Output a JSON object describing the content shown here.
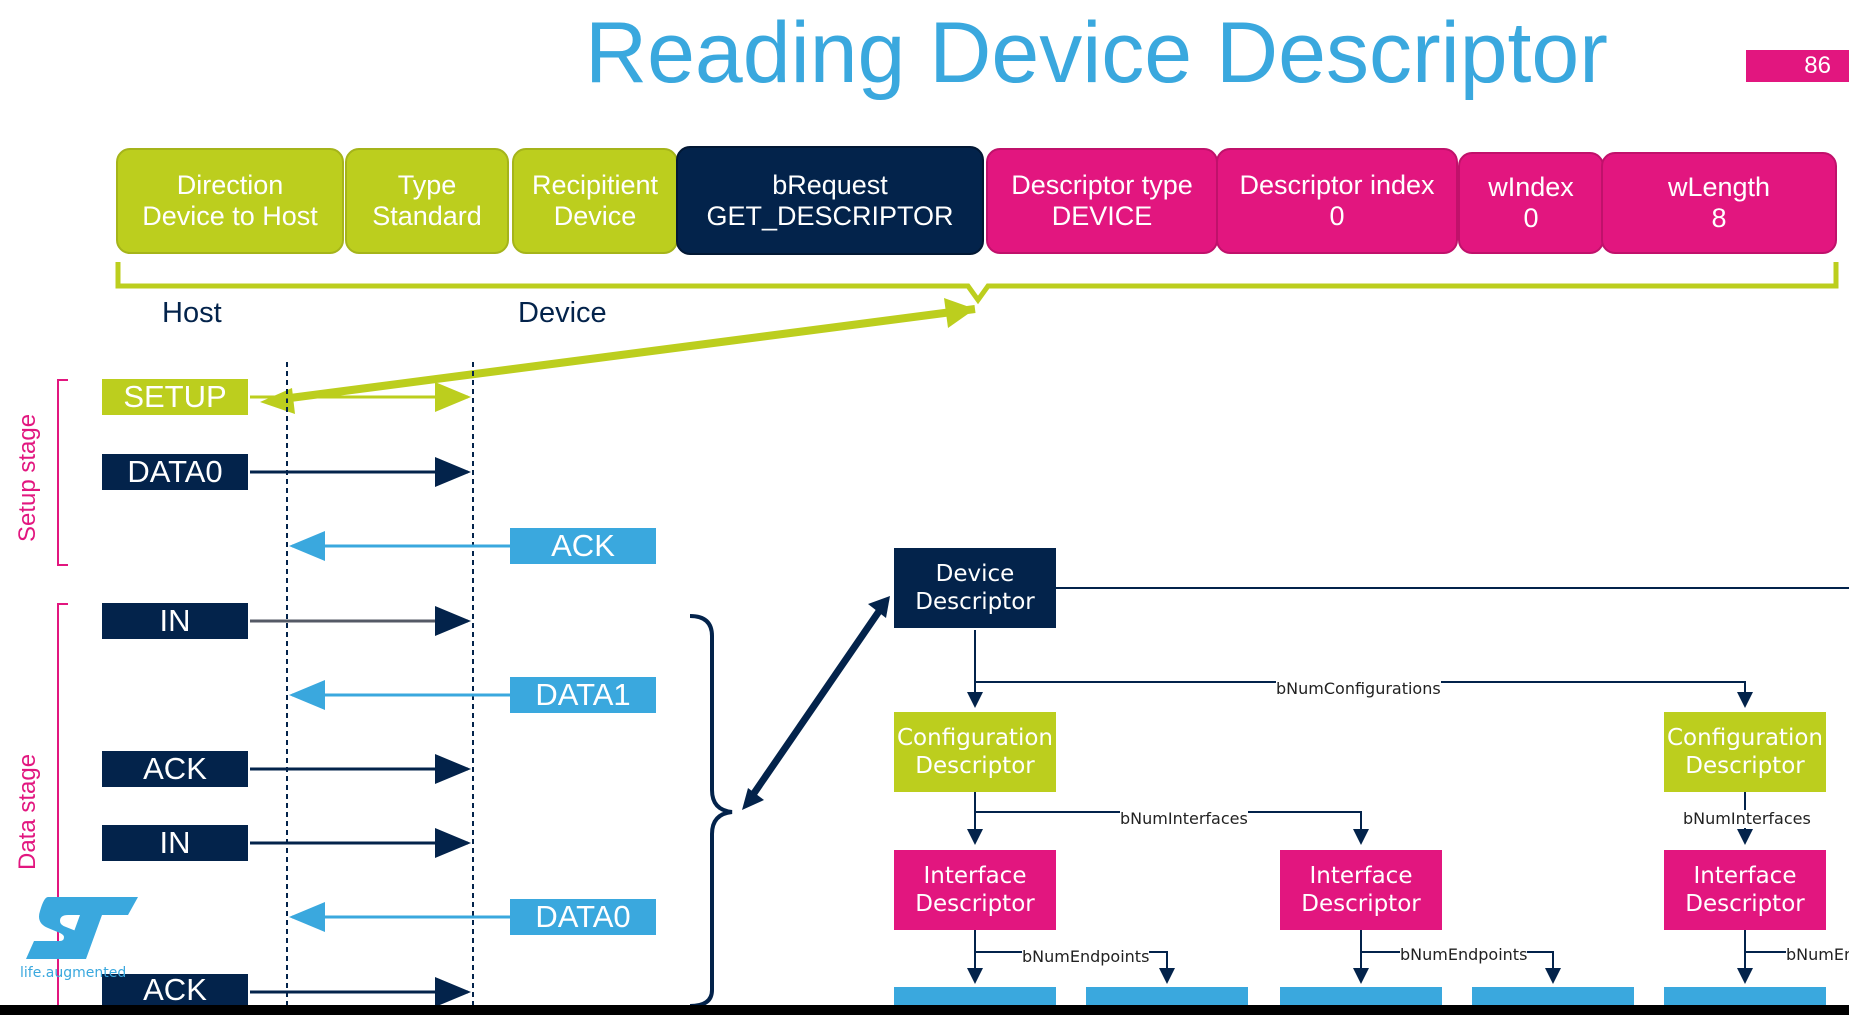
{
  "title": "Reading Device Descriptor",
  "page_number": "86",
  "fields": [
    {
      "line1": "Direction",
      "line2": "Device to Host",
      "color": "#bcce1e"
    },
    {
      "line1": "Type",
      "line2": "Standard",
      "color": "#bcce1e"
    },
    {
      "line1": "Recipitient",
      "line2": "Device",
      "color": "#bcce1e"
    },
    {
      "line1": "bRequest",
      "line2": "GET_DESCRIPTOR",
      "color": "#03234b"
    },
    {
      "line1": "Descriptor type",
      "line2": "DEVICE",
      "color": "#e2167f"
    },
    {
      "line1": "Descriptor index",
      "line2": "0",
      "color": "#e2167f"
    },
    {
      "line1": "wIndex",
      "line2": "0",
      "color": "#e2167f"
    },
    {
      "line1": "wLength",
      "line2": "8",
      "color": "#e2167f"
    }
  ],
  "columns": {
    "host": "Host",
    "device": "Device"
  },
  "stages": {
    "setup": "Setup stage",
    "data": "Data stage"
  },
  "packets": {
    "setup": "SETUP",
    "data0": "DATA0",
    "ack_device": "ACK",
    "in1": "IN",
    "data1": "DATA1",
    "ack_host": "ACK",
    "in2": "IN",
    "data0_device": "DATA0",
    "ack_host2": "ACK"
  },
  "tree": {
    "device": {
      "line1": "Device",
      "line2": "Descriptor"
    },
    "config1": {
      "line1": "Configuration",
      "line2": "Descriptor"
    },
    "config2": {
      "line1": "Configuration",
      "line2": "Descriptor"
    },
    "iface1": {
      "line1": "Interface",
      "line2": "Descriptor"
    },
    "iface2": {
      "line1": "Interface",
      "line2": "Descriptor"
    },
    "iface3": {
      "line1": "Interface",
      "line2": "Descriptor"
    },
    "label_configs": "bNumConfigurations",
    "label_ifaces1": "bNumInterfaces",
    "label_ifaces2": "bNumInterfaces",
    "label_eps1": "bNumEndpoints",
    "label_eps2": "bNumEndpoints",
    "label_eps3": "bNumEnd"
  },
  "logo": {
    "brand": "ST",
    "tagline": "life.augmented"
  },
  "colors": {
    "lime": "#bcce1e",
    "navy": "#03234b",
    "magenta": "#e2167f",
    "blue": "#3aa8de"
  }
}
